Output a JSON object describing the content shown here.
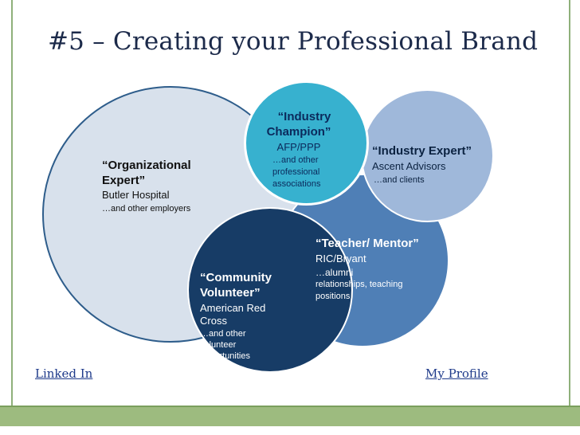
{
  "title": "#5 – Creating your Professional Brand",
  "circles": {
    "organizational": {
      "heading_line1": "“Organizational",
      "heading_line2": "Expert”",
      "org": "Butler Hospital",
      "note": "…and other employers"
    },
    "champion": {
      "heading_line1": "“Industry",
      "heading_line2": "Champion”",
      "org": "AFP/PPP",
      "note_line1": "…and other",
      "note_line2": "professional",
      "note_line3": "associations"
    },
    "expert": {
      "heading": "“Industry Expert”",
      "org": "Ascent  Advisors",
      "note": "…and clients"
    },
    "teacher": {
      "heading": "“Teacher/ Mentor”",
      "org": "RIC/Bryant",
      "note_line1": "…alumni",
      "note_line2": "relationships, teaching",
      "note_line3": "positions"
    },
    "community": {
      "heading_line1": "“Community",
      "heading_line2": "Volunteer”",
      "org_line1": "American Red",
      "org_line2": "Cross",
      "note_line1": "…and other",
      "note_line2": "volunteer",
      "note_line3": "opportunities"
    }
  },
  "links": {
    "linkedin": "Linked In",
    "profile": "My Profile"
  },
  "colors": {
    "organizational": "#d8e1ec",
    "champion": "#37b1cf",
    "expert": "#9fb8da",
    "teacher": "#4f7fb6",
    "community": "#173c66",
    "frame": "#9dbb7f"
  }
}
